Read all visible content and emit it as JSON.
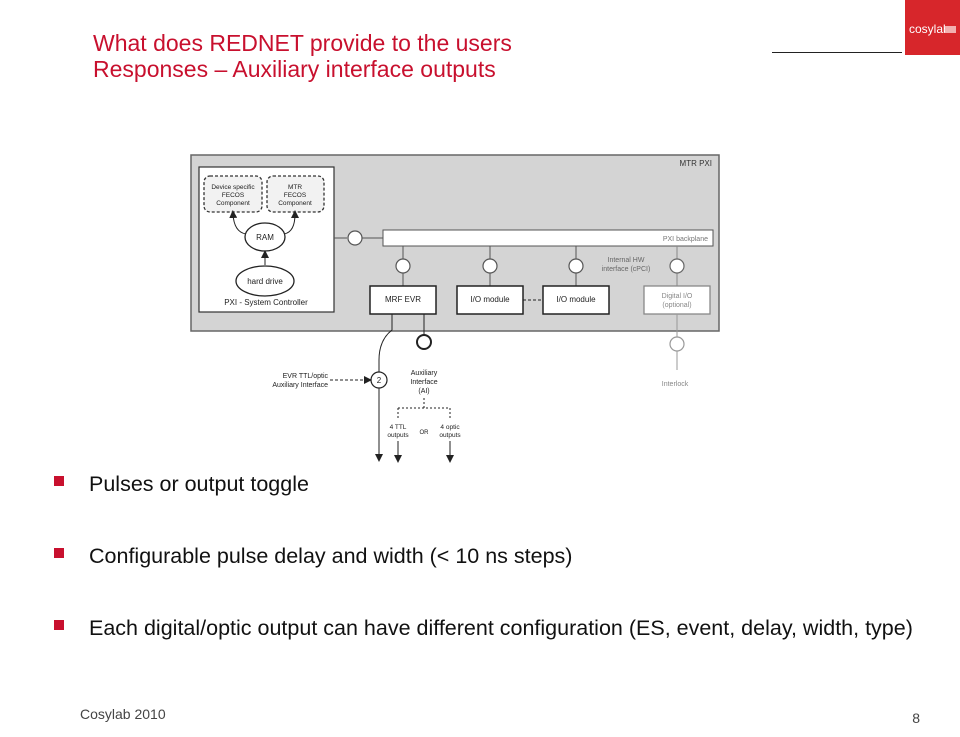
{
  "slide": {
    "title_line1": "What does REDNET provide to the users",
    "title_line2": "Responses – Auxiliary interface outputs",
    "logo_text": "cosylab",
    "footer": "Cosylab 2010",
    "page_number": "8"
  },
  "diagram": {
    "frame_label": "MTR PXI",
    "device_specific_line1": "Device specific",
    "device_specific_line2": "FECOS",
    "device_specific_line3": "Component",
    "mtr_line1": "MTR",
    "mtr_line2": "FECOS",
    "mtr_line3": "Component",
    "ram": "RAM",
    "hard_drive": "hard drive",
    "system_controller": "PXI - System Controller",
    "backplane": "PXI backplane",
    "internal_hw_line1": "Internal HW",
    "internal_hw_line2": "interface (cPCI)",
    "mrf_evr": "MRF EVR",
    "io_module_1": "I/O module",
    "io_module_2": "I/O module",
    "digital_io_line1": "Digital I/O",
    "digital_io_line2": "(optional)",
    "interlock": "Interlock",
    "evr_ttl_line1": "EVR TTL/optic",
    "evr_ttl_line2": "Auxiliary Interface",
    "circle_number": "2",
    "aux_line1": "Auxiliary",
    "aux_line2": "Interface",
    "aux_line3": "(AI)",
    "ttl_line1": "4 TTL",
    "ttl_line2": "outputs",
    "or": "OR",
    "optic_line1": "4 optic",
    "optic_line2": "outputs"
  },
  "bullets": [
    "Pulses or output toggle",
    "Configurable pulse delay and width (< 10 ns steps)",
    "Each digital/optic output can have different configuration (ES, event, delay, width, type)"
  ],
  "colors": {
    "accent": "#c8102e",
    "logo_bg": "#d7262b",
    "frame_bg": "#d4d4d4"
  }
}
